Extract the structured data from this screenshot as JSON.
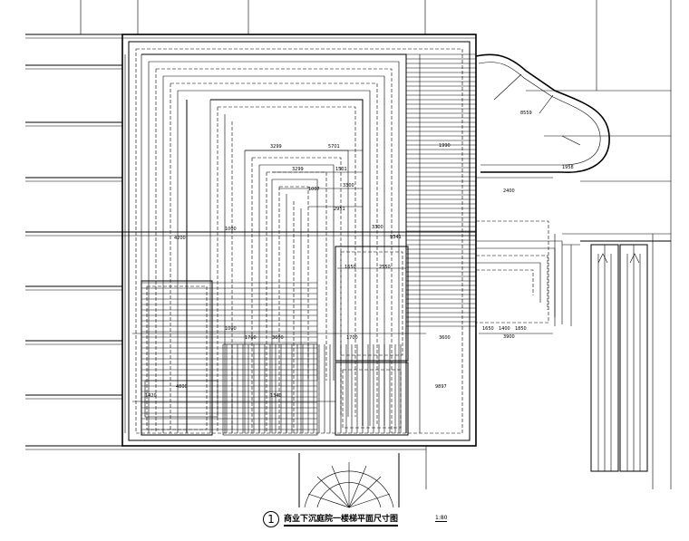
{
  "drawing": {
    "title_number": "1",
    "title": "商业下沉庭院一楼梯平面尺寸图",
    "scale": "1:80"
  },
  "dimensions": {
    "d1": "3299",
    "d2": "5701",
    "d3": "3299",
    "d4": "1501",
    "d5": "3300",
    "d6": "2951",
    "d7": "1007",
    "d8": "9341",
    "d9": "3300",
    "d10": "4200",
    "d11": "1000",
    "d12": "3600",
    "d13": "1000",
    "d14": "1700",
    "d15": "1650",
    "d16": "2550",
    "d17": "1990",
    "d18": "3600",
    "d19": "1650",
    "d20": "1400",
    "d21": "1850",
    "d22": "3900",
    "d23": "2400",
    "d24": "4800",
    "d25": "8559",
    "d26": "9897",
    "d27": "1958",
    "d28": "1700",
    "d29": "1420",
    "d30": "1340"
  }
}
